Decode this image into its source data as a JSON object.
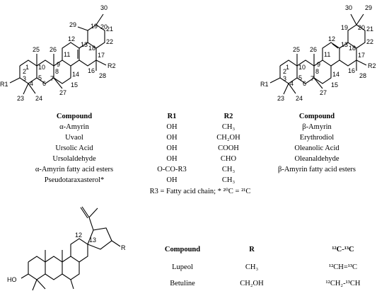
{
  "ursane": {
    "labels": {
      "c1": "1",
      "c2": "2",
      "c3": "3",
      "c4": "4",
      "c5": "5",
      "c6": "6",
      "c7": "7",
      "c8": "8",
      "c9": "9",
      "c10": "10",
      "c11": "11",
      "c12": "12",
      "c13": "13",
      "c14": "14",
      "c15": "15",
      "c16": "16",
      "c17": "17",
      "c18": "18",
      "c19": "19",
      "c20": "20",
      "c21": "21",
      "c22": "22",
      "c23": "23",
      "c24": "24",
      "c25": "25",
      "c26": "26",
      "c27": "27",
      "c28": "28",
      "c29": "29",
      "c30": "30",
      "r1": "R1",
      "r2": "R2"
    }
  },
  "oleanane": {
    "labels": {
      "c1": "1",
      "c2": "2",
      "c3": "3",
      "c4": "4",
      "c5": "5",
      "c6": "6",
      "c7": "7",
      "c8": "8",
      "c9": "9",
      "c10": "10",
      "c11": "11",
      "c12": "12",
      "c13": "13",
      "c14": "14",
      "c15": "15",
      "c16": "16",
      "c17": "17",
      "c18": "18",
      "c19": "19",
      "c20": "20",
      "c21": "21",
      "c22": "22",
      "c23": "23",
      "c24": "24",
      "c25": "25",
      "c26": "26",
      "c27": "27",
      "c28": "28",
      "c29": "29",
      "c30": "30",
      "r1": "R1",
      "r2": "R2"
    }
  },
  "lupane": {
    "labels": {
      "c12": "12",
      "c13": "13",
      "ho": "HO",
      "r": "R"
    }
  },
  "table1": {
    "headers": {
      "compound": "Compound",
      "r1": "R1",
      "r2": "R2",
      "compound_right": "Compound"
    },
    "rows": [
      {
        "left": "α-Amyrin",
        "r1": "OH",
        "r2": "CH₃",
        "right": "β-Amyrin"
      },
      {
        "left": "Uvaol",
        "r1": "OH",
        "r2": "CH₂OH",
        "right": "Erythrodiol"
      },
      {
        "left": "Ursolic Acid",
        "r1": "OH",
        "r2": "COOH",
        "right": "Oleanolic Acid"
      },
      {
        "left": "Ursolaldehyde",
        "r1": "OH",
        "r2": "CHO",
        "right": "Oleanaldehyde"
      },
      {
        "left": "α-Amyrin fatty acid esters",
        "r1": "O-CO-R3",
        "r2": "CH₃",
        "right": "β-Amyrin fatty acid esters"
      },
      {
        "left": "Pseudotaraxasterol*",
        "r1": "OH",
        "r2": "CH₃",
        "right": ""
      }
    ],
    "footnote": "R3 = Fatty acid chain; * ²⁰C = ²¹C"
  },
  "table2": {
    "headers": {
      "compound": "Compound",
      "r": "R",
      "bond": "¹²C-¹³C"
    },
    "rows": [
      {
        "compound": "Lupeol",
        "r": "CH₃",
        "bond": "¹²CH=¹³C"
      },
      {
        "compound": "Betuline",
        "r": "CH₂OH",
        "bond": "¹²CH₂-¹³CH"
      }
    ]
  }
}
